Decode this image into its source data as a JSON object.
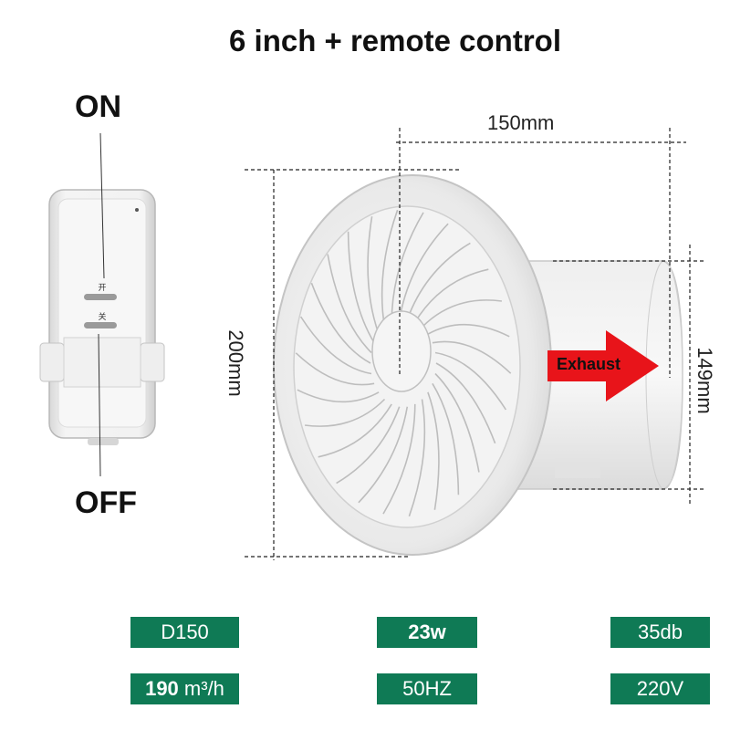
{
  "title": "6 inch + remote control",
  "remote": {
    "on_label": "ON",
    "off_label": "OFF",
    "button_on_glyph": "开",
    "button_off_glyph": "关"
  },
  "dimensions": {
    "width": "150mm",
    "height": "200mm",
    "depth": "149mm"
  },
  "arrow": {
    "label": "Exhaust",
    "color": "#e8141a"
  },
  "specs": {
    "diameter": "D150",
    "power": "23w",
    "noise": "35db",
    "airflow_value": "190",
    "airflow_unit": "m³/h",
    "frequency": "50HZ",
    "voltage": "220V"
  },
  "colors": {
    "badge_bg": "#0f7a55"
  }
}
